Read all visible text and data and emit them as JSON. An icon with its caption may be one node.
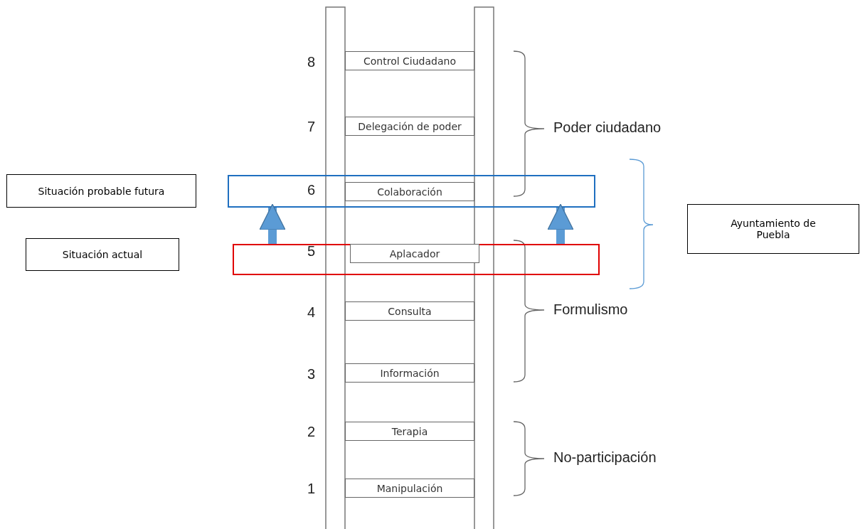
{
  "diagram": {
    "nodes": [
      {
        "text": [
          "Control Ciudadano"
        ]
      },
      {
        "text": [
          "Delegación de poder"
        ]
      },
      {
        "text": [
          "Situación probable futura"
        ]
      },
      {
        "text": [],
        "shape": "box"
      },
      {
        "text": [
          "Colaboración"
        ],
        "in": 3
      },
      {
        "text": [
          "Ayuntamiento de Puebla"
        ]
      },
      {
        "text": [
          "Situación actual"
        ]
      },
      {
        "text": [],
        "shape": "box"
      },
      {
        "text": [
          "Aplacador"
        ],
        "in": 7
      },
      {
        "text": [
          "Consulta"
        ]
      },
      {
        "text": [
          "Información"
        ]
      },
      {
        "text": [
          "Terapia"
        ]
      },
      {
        "text": [
          "Manipulación"
        ]
      }
    ],
    "edges": [
      {
        "from": 7,
        "to": 3,
        "arrow": "to"
      },
      {
        "from": 7,
        "to": 3,
        "arrow": "to"
      }
    ],
    "labels": [
      "8",
      "7",
      "Poder ciudadano",
      "6",
      "5",
      "4",
      "Formulismo",
      "3",
      "2",
      "No-participación",
      "1"
    ]
  }
}
